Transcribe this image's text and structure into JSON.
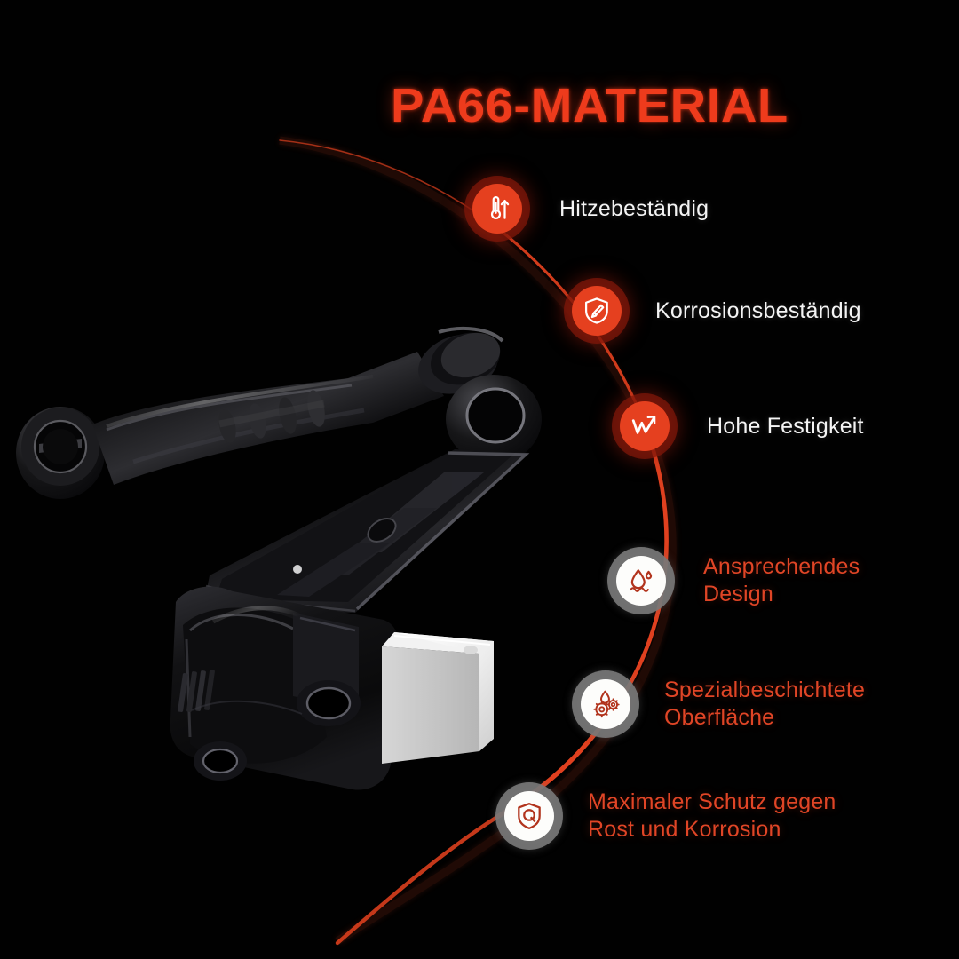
{
  "title": "PA66-MATERIAL",
  "colors": {
    "background": "#000000",
    "accent_red": "#ee3b1c",
    "node_red": "#e5401f",
    "node_red_glow": "#82180a",
    "node_white": "#fdfdfb",
    "node_grey_ring": "#777777",
    "label_light": "#f4f4f4",
    "label_red": "#e04526",
    "arc_red": "#e0401f"
  },
  "arc": {
    "name": "connector-arc",
    "description": "thin red arc sweeping from upper-left down through all six feature nodes"
  },
  "product": {
    "name": "control-arm-assembly",
    "description": "black PA66 plastic automotive control arm / linkage assembly with white connector block"
  },
  "features": [
    {
      "label": "Hitzebeständig",
      "icon": "thermometer-arrow-up-icon",
      "style": "red",
      "label_color": "light"
    },
    {
      "label": "Korrosionsbeständig",
      "icon": "shield-corrosion-icon",
      "style": "red",
      "label_color": "light"
    },
    {
      "label": "Hohe Festigkeit",
      "icon": "growth-arrow-icon",
      "style": "red",
      "label_color": "light"
    },
    {
      "label": "Ansprechendes\nDesign",
      "icon": "water-drop-waves-icon",
      "style": "white",
      "label_color": "red"
    },
    {
      "label": "Spezialbeschichtete\nOberfläche",
      "icon": "drop-gears-icon",
      "style": "white",
      "label_color": "red"
    },
    {
      "label": "Maximaler Schutz gegen\nRost und Korrosion",
      "icon": "shield-quality-icon",
      "style": "white",
      "label_color": "red"
    }
  ]
}
